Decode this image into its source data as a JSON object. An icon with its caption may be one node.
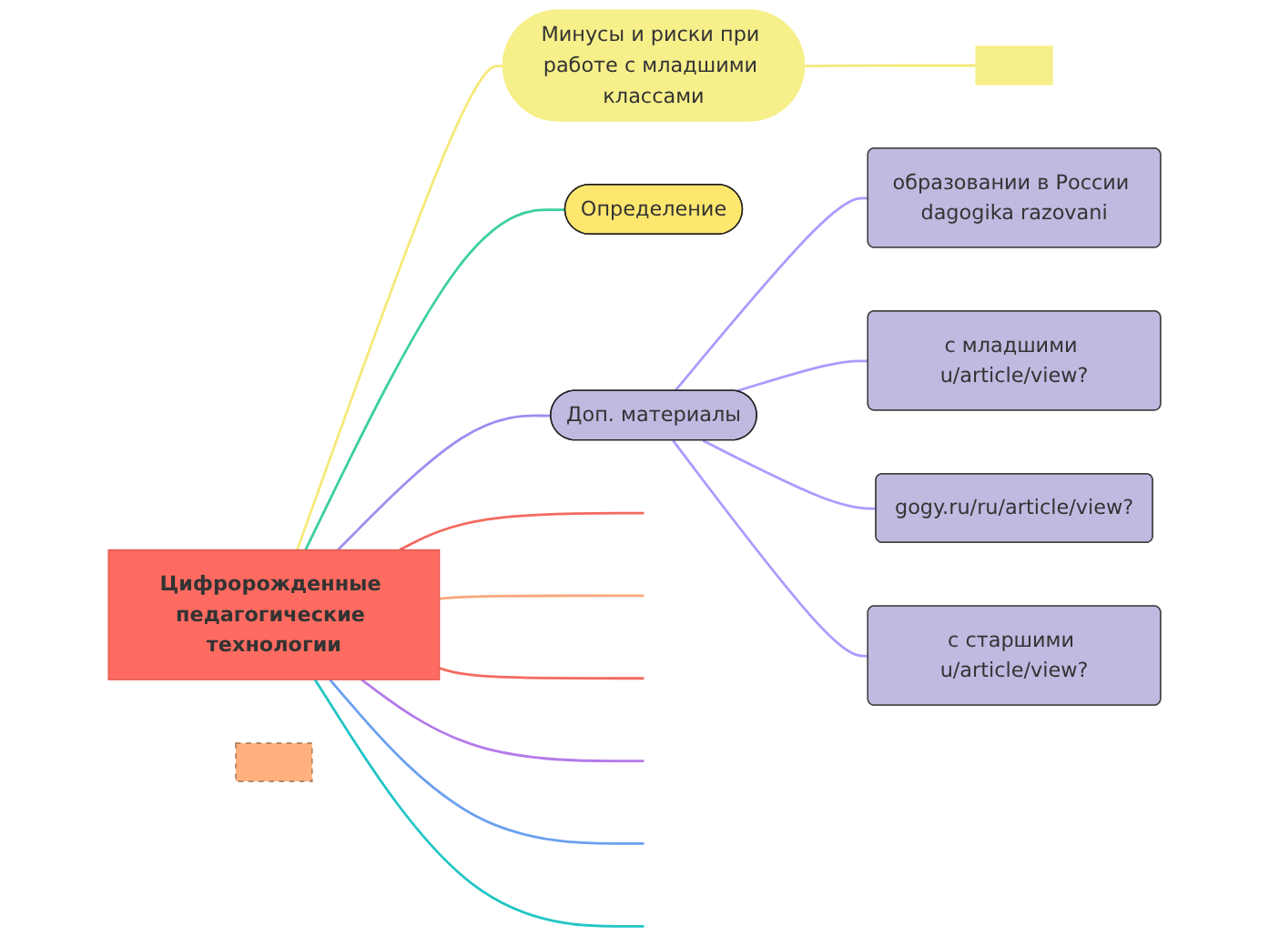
{
  "diagram": {
    "nodes": [
      {
        "text": [
          "Цифророжденные педагогические технологии"
        ]
      },
      {
        "text": [
          "Минусы и риски при работе с младшими классами"
        ]
      },
      {
        "text": [
          "Определение"
        ]
      },
      {
        "text": [
          "Доп. материалы"
        ]
      },
      {
        "text": [
          "образовании в России dagogika razovani"
        ]
      },
      {
        "text": [
          "с младшими u/article/view?"
        ]
      },
      {
        "text": [
          "gogy.ru/ru/article/view?"
        ]
      },
      {
        "text": [
          "с старшими u/article/view?"
        ]
      },
      {
        "text": [],
        "shape": "box"
      },
      {
        "text": [],
        "shape": "box"
      }
    ],
    "edges": [
      {
        "from": 0,
        "to": null,
        "arrow": "none",
        "color": "#f46a5f"
      },
      {
        "from": 0,
        "to": null,
        "arrow": "none",
        "color": "#f9a779"
      },
      {
        "from": 0,
        "to": null,
        "arrow": "none",
        "color": "#f46a5f"
      },
      {
        "from": 0,
        "to": null,
        "arrow": "none",
        "color": "#b57ae8"
      },
      {
        "from": 0,
        "to": 1,
        "arrow": "none",
        "color": "#f5e97a"
      },
      {
        "from": 1,
        "to": 8,
        "arrow": "none",
        "color": "#f5e97a"
      },
      {
        "from": 0,
        "to": 2,
        "arrow": "none",
        "color": "#3ccfa0"
      },
      {
        "from": 0,
        "to": 3,
        "arrow": "none",
        "color": "#9f8cf0"
      },
      {
        "from": 3,
        "to": 4,
        "arrow": "none",
        "color": "#a99cff"
      },
      {
        "from": 3,
        "to": 5,
        "arrow": "none",
        "color": "#a99cff"
      },
      {
        "from": 3,
        "to": 6,
        "arrow": "none",
        "color": "#a99cff"
      },
      {
        "from": 3,
        "to": 7,
        "arrow": "none",
        "color": "#a99cff"
      },
      {
        "from": 0,
        "to": null,
        "arrow": "none",
        "color": "#6aa0f0"
      },
      {
        "from": 0,
        "to": null,
        "arrow": "none",
        "color": "#22c5c5"
      }
    ]
  }
}
